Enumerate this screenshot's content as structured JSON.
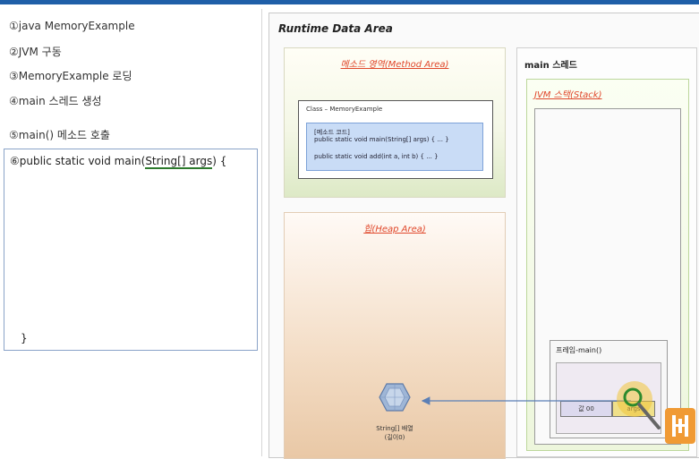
{
  "steps": [
    "①java  MemoryExample",
    "②JVM 구동",
    "③MemoryExample 로딩",
    "④main 스레드 생성",
    "⑤main() 메소드 호출"
  ],
  "code": {
    "line_prefix": "⑥public static void main(",
    "line_underlined": "String[] args",
    "line_suffix": ") {",
    "closing": "}"
  },
  "runtime": {
    "title": "Runtime Data Area",
    "method_area": {
      "title": "메소드 영역(Method Area)",
      "class_title": "Class – MemoryExample",
      "inner_line1": "[메소드 코드]",
      "inner_line2": "public static void main(String[] args) { ... }",
      "inner_line3": "public static void add(int a, int b) { ... }"
    },
    "heap_area": {
      "title": "힙(Heap Area)",
      "object_label": "String[] 배열",
      "object_sublabel": "(길이0)"
    },
    "thread": {
      "title": "main 스레드",
      "stack_title": "JVM 스택(Stack)",
      "frame_title": "프레임-main()",
      "var_left": "값 00",
      "var_right": "args"
    }
  },
  "colors": {
    "accent_red": "#e0472a",
    "arrow": "#5b7fb6",
    "highlight": "#f0c43a",
    "badge": "#f09a34"
  }
}
